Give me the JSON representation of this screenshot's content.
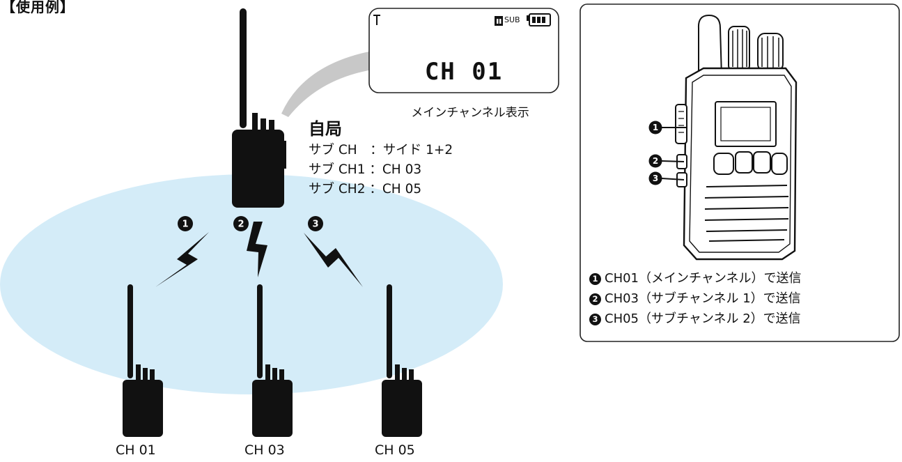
{
  "section_title": "【使用例】",
  "lcd": {
    "channel_text": "CH 01",
    "sub_indicator": "SUB",
    "caption": "メインチャンネル表示"
  },
  "station": {
    "title": "自局",
    "lines": [
      "サブ CH　：サイド 1+2",
      "サブ CH1 ：CH 03",
      "サブ CH2 ：CH 05"
    ]
  },
  "receivers": [
    "CH 01",
    "CH 03",
    "CH 05"
  ],
  "markers": [
    "1",
    "2",
    "3"
  ],
  "legend": [
    {
      "num": "1",
      "text": "CH01（メインチャンネル）で送信"
    },
    {
      "num": "2",
      "text": "CH03（サブチャンネル 1）で送信"
    },
    {
      "num": "3",
      "text": "CH05（サブチャンネル 2）で送信"
    }
  ],
  "colors": {
    "coverage": "#d4ecf8",
    "ink": "#111111",
    "callout": "#c8c8c8"
  }
}
